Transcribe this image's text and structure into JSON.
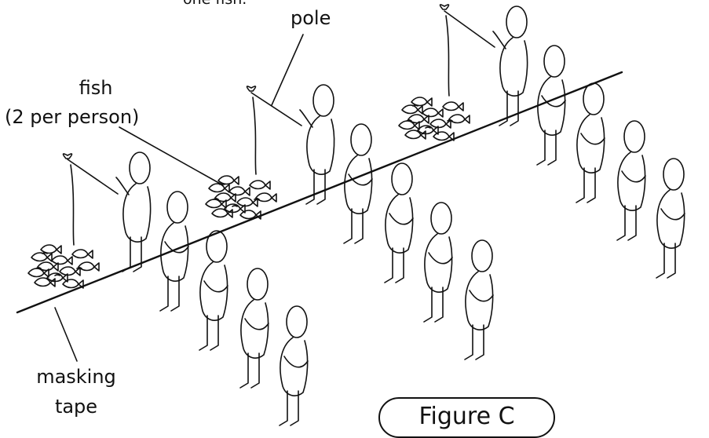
{
  "labels": {
    "fragment": "one fish.",
    "pole": "pole",
    "fish": "fish",
    "fish_sub": "(2 per person)",
    "tape_line1": "masking",
    "tape_line2": "tape",
    "figure": "Figure C"
  },
  "scene": {
    "line_color": "#111111",
    "background": "#ffffff"
  }
}
